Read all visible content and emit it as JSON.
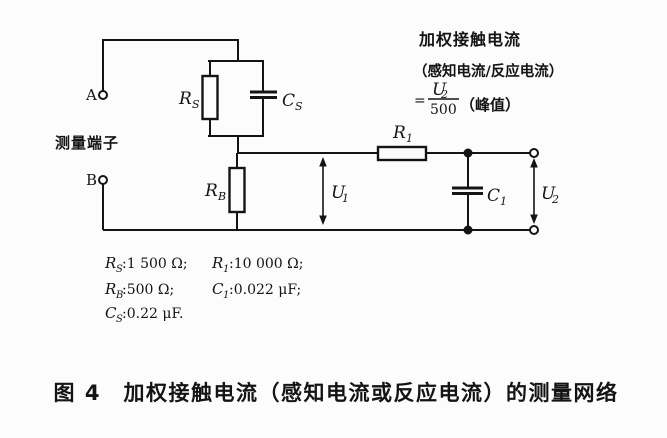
{
  "colors": {
    "ink": "#141414",
    "background": "#fcfcfc"
  },
  "terminals": {
    "a": "A",
    "b": "B",
    "label": "测量端子"
  },
  "components": {
    "rs": {
      "sym": "R",
      "sub": "S"
    },
    "cs": {
      "sym": "C",
      "sub": "S"
    },
    "rb": {
      "sym": "R",
      "sub": "B"
    },
    "r1": {
      "sym": "R",
      "sub": "1"
    },
    "c1": {
      "sym": "C",
      "sub": "1"
    },
    "u1": {
      "sym": "U",
      "sub": "1"
    },
    "u2": {
      "sym": "U",
      "sub": "2"
    }
  },
  "formula": {
    "line1": "加权接触电流",
    "line2": "（感知电流/反应电流）",
    "equals": "=",
    "num_sym": "U",
    "num_sub": "2",
    "denominator": "500",
    "peak": "（峰值）"
  },
  "values": {
    "rs": {
      "sym": "R",
      "sub": "S",
      "text": ":1 500 Ω;"
    },
    "r1": {
      "sym": "R",
      "sub": "1",
      "text": ":10 000 Ω;"
    },
    "rb": {
      "sym": "R",
      "sub": "B",
      "text": ":500 Ω;"
    },
    "c1": {
      "sym": "C",
      "sub": "1",
      "text": ":0.022 μF;"
    },
    "cs": {
      "sym": "C",
      "sub": "S",
      "text": ":0.22 μF."
    }
  },
  "caption": "图 4　加权接触电流（感知电流或反应电流）的测量网络"
}
